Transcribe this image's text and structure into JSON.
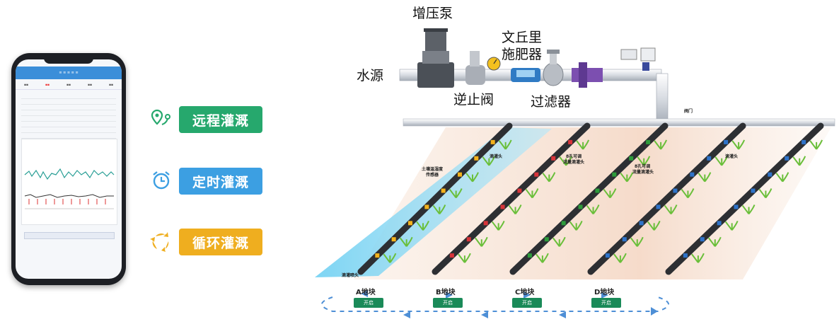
{
  "features": {
    "remote": "远程灌溉",
    "timed": "定时灌溉",
    "cycle": "循环灌溉"
  },
  "equipment": {
    "pump": "增压泵",
    "water_source": "水源",
    "check_valve": "逆止阀",
    "venturi_line1": "文丘里",
    "venturi_line2": "施肥器",
    "filter": "过滤器",
    "valve": "阀门"
  },
  "field_labels": {
    "soil_sensor_line1": "土壤温湿度",
    "soil_sensor_line2": "传感器",
    "dripper_a": "滴灌头",
    "bottom_a": "滴灌喷头",
    "flow_b_line1": "8孔可调",
    "flow_b_line2": "流量滴灌头",
    "flow_c_line1": "8孔可调",
    "flow_c_line2": "流量滴灌头",
    "dripper_d": "滴灌头"
  },
  "plots": [
    {
      "name": "A地块",
      "button": "开启"
    },
    {
      "name": "B地块",
      "button": "开启"
    },
    {
      "name": "C地块",
      "button": "开启"
    },
    {
      "name": "D地块",
      "button": "开启"
    }
  ],
  "colors": {
    "green": "#26a86d",
    "blue": "#3c9fe2",
    "orange": "#efae1f",
    "dark_green": "#1a8a58"
  }
}
